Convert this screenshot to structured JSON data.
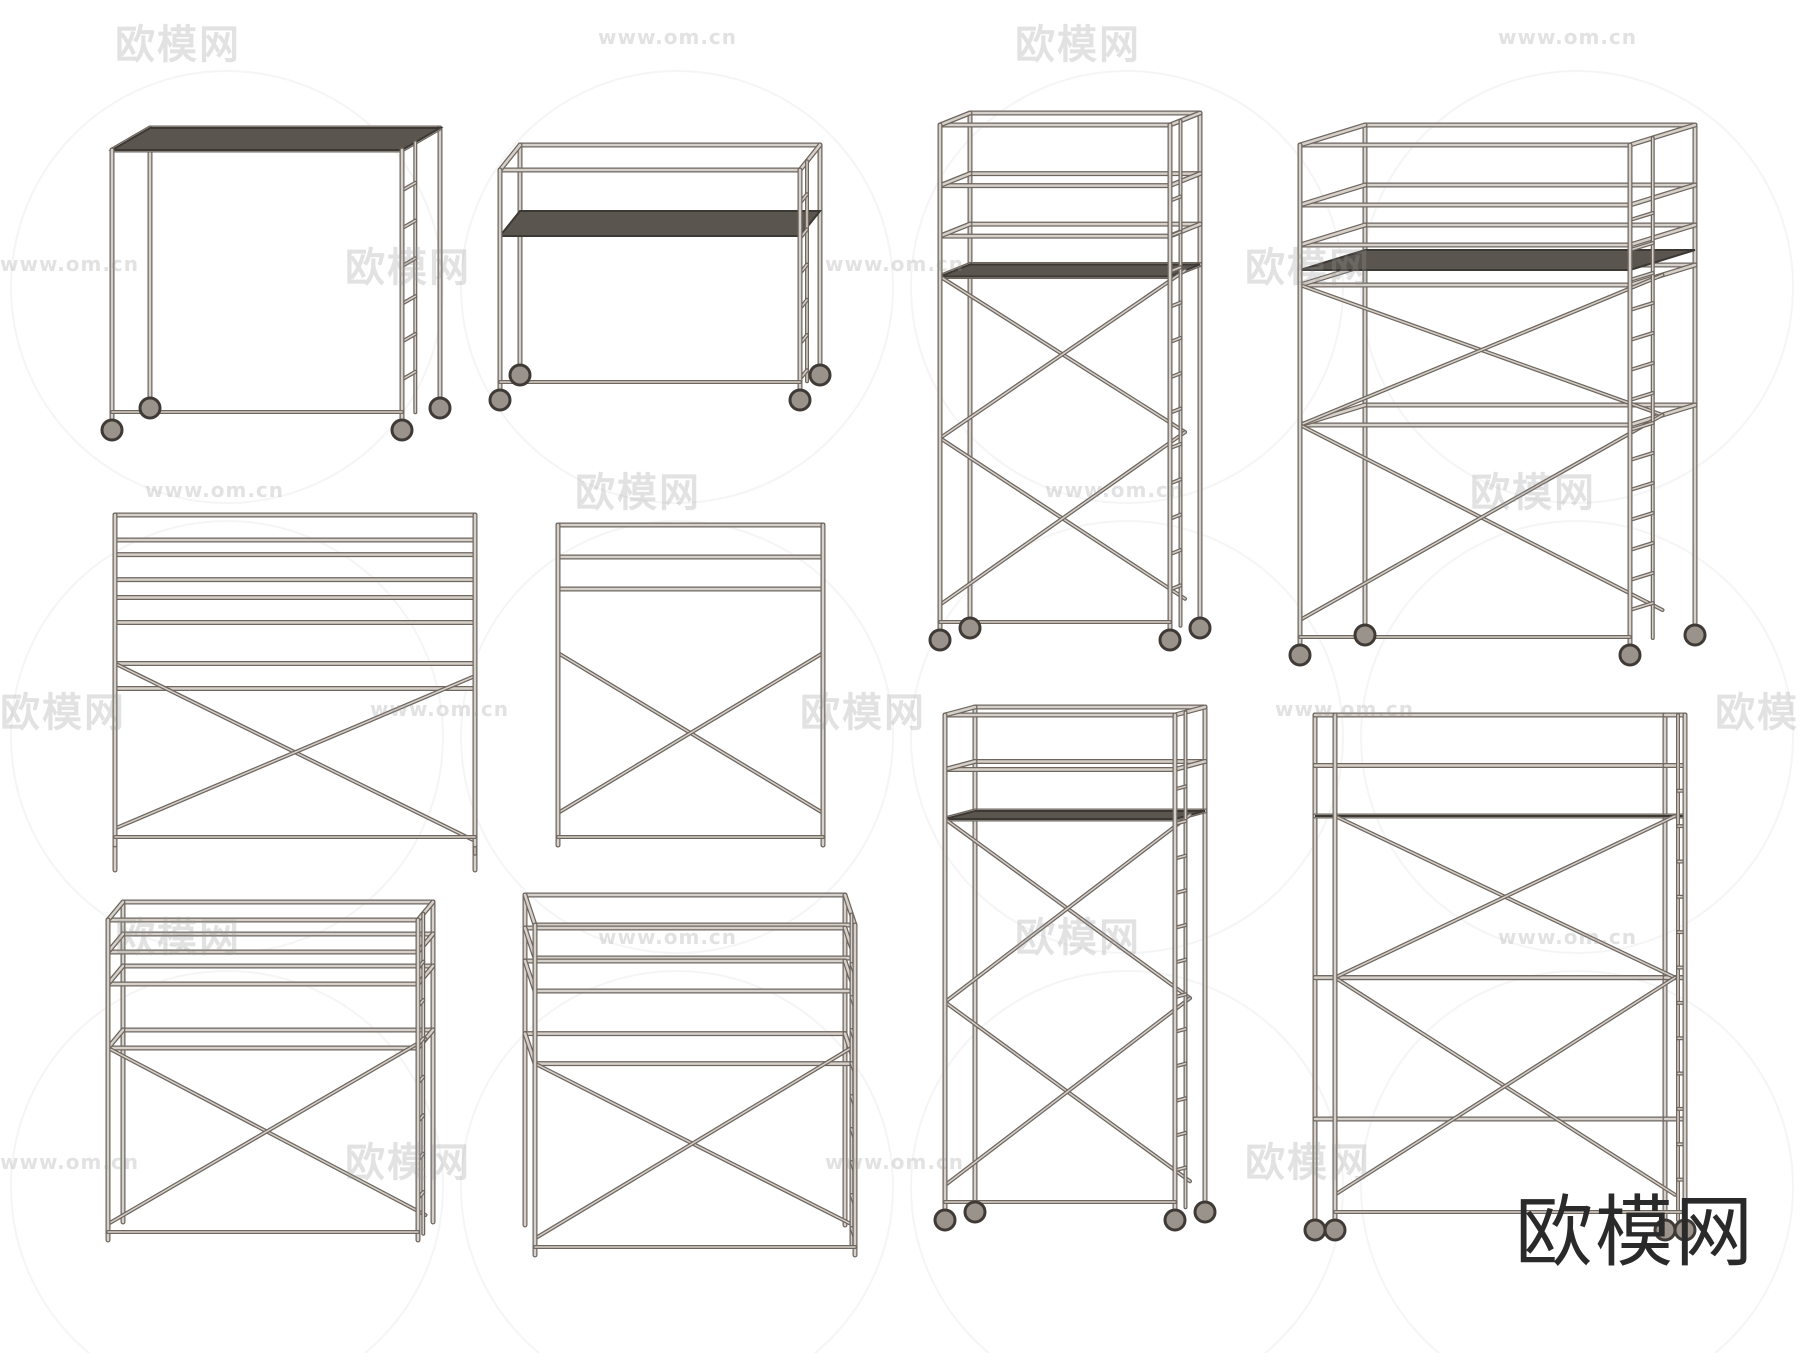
{
  "watermark": {
    "logo_text": "欧模网",
    "url_text": "www.om.cn",
    "corner_mark": "欧模网"
  },
  "scene": {
    "subject": "scaffold",
    "count": 10,
    "tube_color": "#d6d0ca",
    "tube_edge_color": "#6e665f",
    "platform_color": "#5a554f"
  }
}
